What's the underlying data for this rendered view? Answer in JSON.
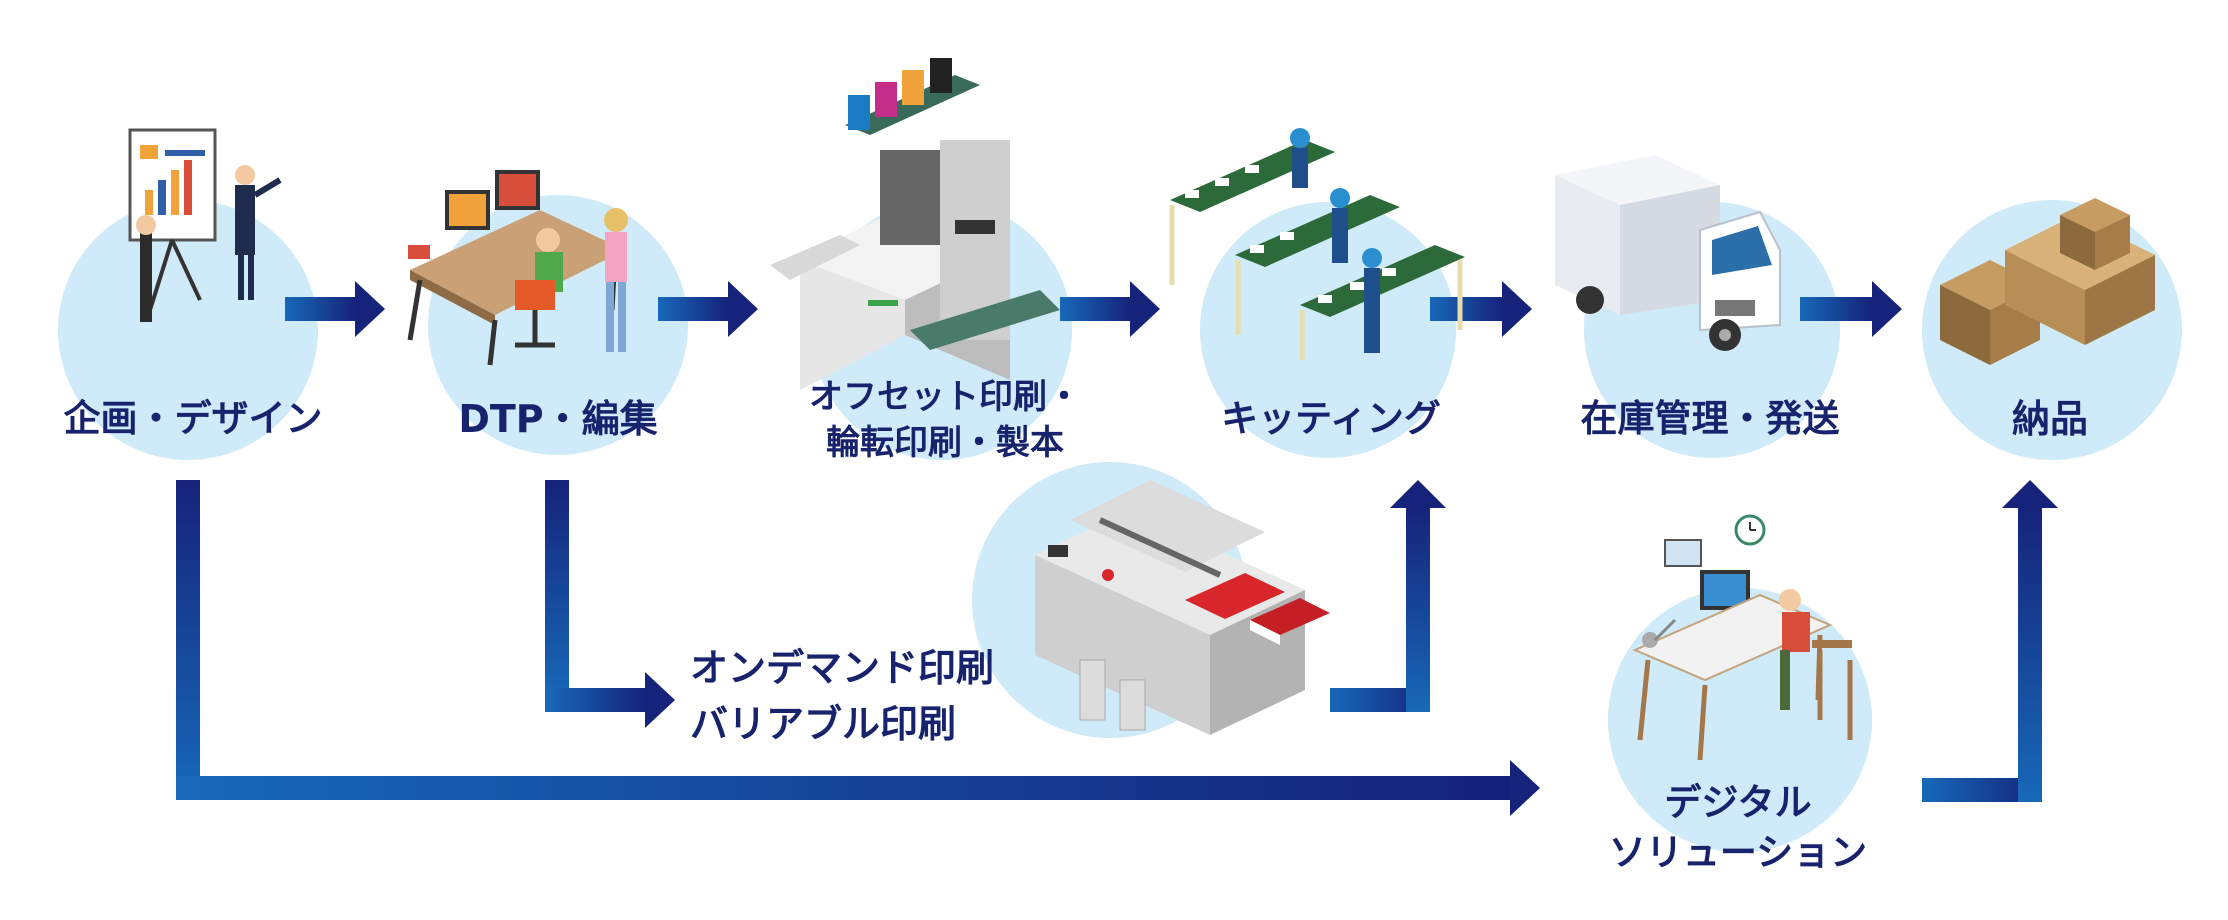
{
  "colors": {
    "circle": "#cfeaf8",
    "arrow_light": "#1769b8",
    "arrow_dark": "#16237a",
    "text": "#17246d"
  },
  "steps": [
    {
      "id": "planning",
      "lines": [
        "企画・デザイン"
      ],
      "icon": "planning-presentation-icon"
    },
    {
      "id": "dtp",
      "lines": [
        "DTP・編集"
      ],
      "icon": "dtp-desk-icon"
    },
    {
      "id": "offset",
      "lines": [
        "オフセット印刷・",
        "輪転印刷・製本"
      ],
      "icon": "offset-press-icon"
    },
    {
      "id": "kitting",
      "lines": [
        "キッティング"
      ],
      "icon": "kitting-workers-icon"
    },
    {
      "id": "inventory",
      "lines": [
        "在庫管理・発送"
      ],
      "icon": "delivery-truck-icon"
    },
    {
      "id": "delivery",
      "lines": [
        "納品"
      ],
      "icon": "cardboard-boxes-icon"
    },
    {
      "id": "ondemand",
      "lines": [
        "オンデマンド印刷",
        "バリアブル印刷"
      ],
      "icon": "digital-printer-icon"
    },
    {
      "id": "digital",
      "lines": [
        "デジタル",
        "ソリューション"
      ],
      "icon": "computer-workstation-icon"
    }
  ]
}
